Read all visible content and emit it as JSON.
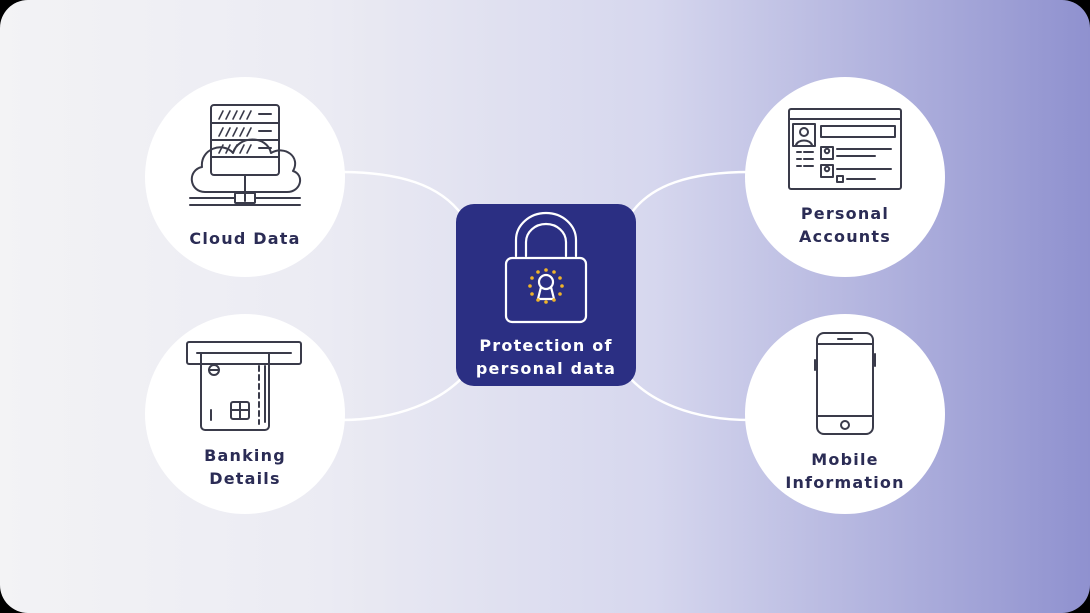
{
  "hub": {
    "label": "Protection of\npersonal data",
    "icon": "padlock-eu-stars-icon",
    "color": "#2b2f83",
    "accent": "#f0b429"
  },
  "nodes": [
    {
      "label": "Cloud Data",
      "icon": "cloud-server-icon"
    },
    {
      "label": "Banking\nDetails",
      "icon": "atm-card-icon"
    },
    {
      "label": "Personal\nAccounts",
      "icon": "browser-profile-icon"
    },
    {
      "label": "Mobile\nInformation",
      "icon": "smartphone-icon"
    }
  ]
}
